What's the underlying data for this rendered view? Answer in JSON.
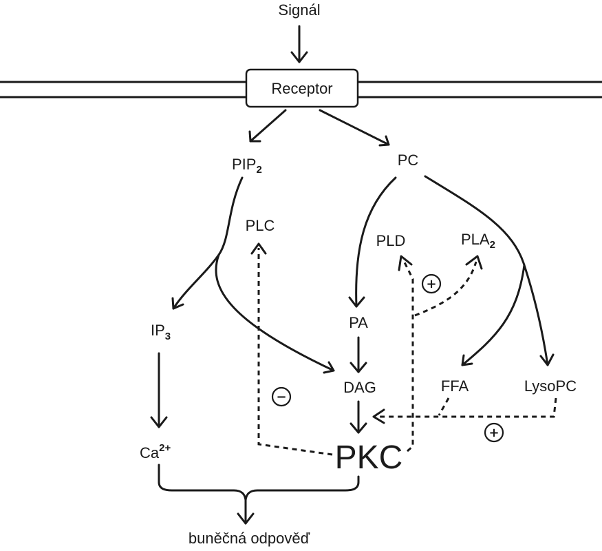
{
  "nodes": {
    "signal": "Signál",
    "receptor": "Receptor",
    "pip2": {
      "base": "PIP",
      "sub": "2"
    },
    "pc": "PC",
    "plc": "PLC",
    "pld": "PLD",
    "pla2": {
      "base": "PLA",
      "sub": "2"
    },
    "ip3": {
      "base": "IP",
      "sub": "3"
    },
    "pa": "PA",
    "dag": "DAG",
    "ffa": "FFA",
    "lysopc": "LysoPC",
    "ca": {
      "base": "Ca",
      "sup": "2+"
    },
    "pkc": "PKC",
    "response": "buněčná odpověď"
  },
  "signs": {
    "plus_pld_pla2": "+",
    "minus_plc": "−",
    "plus_ffa_lysopc": "+"
  }
}
